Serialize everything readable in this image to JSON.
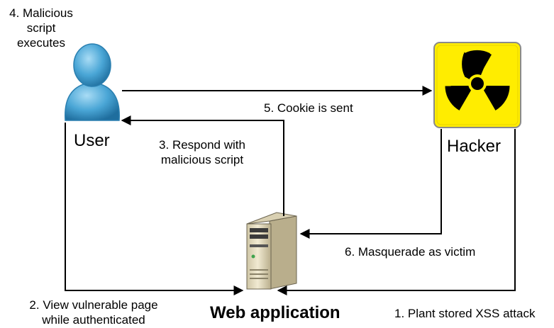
{
  "nodes": {
    "user": {
      "label": "User"
    },
    "hacker": {
      "label": "Hacker"
    },
    "web_app": {
      "label": "Web application"
    }
  },
  "steps": {
    "step1": "1. Plant stored XSS attack",
    "step2": [
      "2. View vulnerable page",
      "while authenticated"
    ],
    "step3": [
      "3. Respond with",
      "malicious script"
    ],
    "step4": [
      "4. Malicious",
      "script",
      "executes"
    ],
    "step5": "5. Cookie is sent",
    "step6": "6. Masquerade as victim"
  },
  "colors": {
    "user_icon": "#4aa6d6",
    "hacker_bg": "#ffed00",
    "hazard_symbol": "#000000",
    "server_body": "#e8dfc2",
    "arrow": "#000000"
  },
  "icons": {
    "user": "user-icon",
    "hacker": "radiation-hazard-icon",
    "web_app": "server-icon"
  }
}
